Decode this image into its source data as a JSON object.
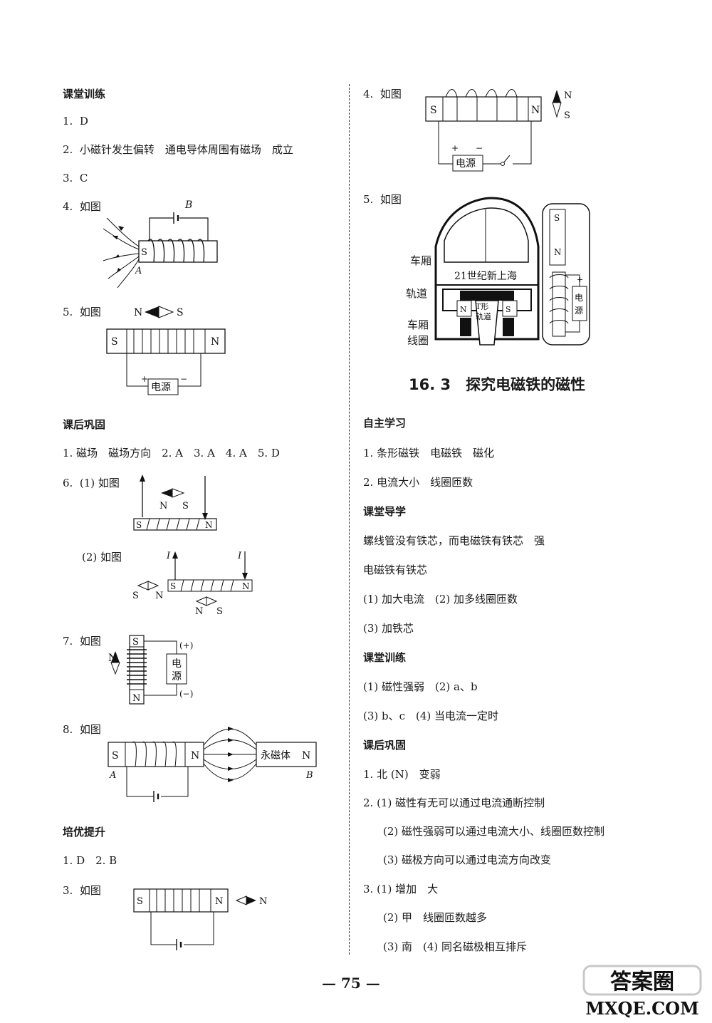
{
  "left": {
    "ketang_xunlian": {
      "heading": "课堂训练",
      "items": [
        {
          "num": "1.",
          "text": "D"
        },
        {
          "num": "2.",
          "text": "小磁针发生偏转　通电导体周围有磁场　成立"
        },
        {
          "num": "3.",
          "text": "C"
        },
        {
          "num": "4.",
          "text": "如图"
        },
        {
          "num": "5.",
          "text": "如图"
        }
      ]
    },
    "kehou_gonggu": {
      "heading": "课后巩固",
      "line1": "1.  磁场　磁场方向　2.  A　3.  A　4.  A　5.  D",
      "item6_num": "6.",
      "item6_p1": "(1)  如图",
      "item6_p2": "(2)  如图",
      "item7": {
        "num": "7.",
        "text": "如图"
      },
      "item8": {
        "num": "8.",
        "text": "如图"
      }
    },
    "peiyou_tisheng": {
      "heading": "培优提升",
      "line1": "1.  D　2.  B",
      "item3": {
        "num": "3.",
        "text": "如图"
      }
    }
  },
  "right": {
    "top_items": [
      {
        "num": "4.",
        "text": "如图"
      },
      {
        "num": "5.",
        "text": "如图"
      }
    ],
    "section_title": "16. 3　探究电磁铁的磁性",
    "zizhu_xuexi": {
      "heading": "自主学习",
      "items": [
        "1.  条形磁铁　电磁铁　磁化",
        "2.  电流大小　线圈匝数"
      ]
    },
    "ketang_daoxue": {
      "heading": "课堂导学",
      "lines": [
        "螺线管没有铁芯，而电磁铁有铁芯　强",
        "电磁铁有铁芯",
        "(1)  加大电流　(2)  加多线圈匝数",
        "(3)  加铁芯"
      ]
    },
    "ketang_xunlian": {
      "heading": "课堂训练",
      "lines": [
        "(1)  磁性强弱　(2)  a、b",
        "(3)  b、c　(4)  当电流一定时"
      ]
    },
    "kehou_gonggu": {
      "heading": "课后巩固",
      "lines": [
        "1.  北 (N)　变弱",
        "2.  (1)  磁性有无可以通过电流通断控制",
        "(2)  磁性强弱可以通过电流大小、线圈匝数控制",
        "(3)  磁极方向可以通过电流方向改变",
        "3.  (1)  增加　大",
        "(2)  甲　线圈匝数越多",
        "(3)  南　(4)  同名磁极相互排斥"
      ]
    }
  },
  "figure_labels": {
    "S": "S",
    "N": "N",
    "A": "A",
    "B": "B",
    "I": "I",
    "plus": "+",
    "minus": "−",
    "plus_paren": "(+)",
    "minus_paren": "(−)",
    "power": "电源",
    "power_v1": "电",
    "power_v2": "源",
    "permanent_magnet": "永磁体",
    "train_body": "车厢",
    "track": "轨道",
    "train_coil_1": "车厢",
    "train_coil_2": "线圈",
    "train_name": "21世纪新上海",
    "t_track_1": "T形",
    "t_track_2": "轨道"
  },
  "page_number": "— 75 —",
  "watermark": {
    "top": "答案圈",
    "bottom": "MXQE.COM"
  }
}
